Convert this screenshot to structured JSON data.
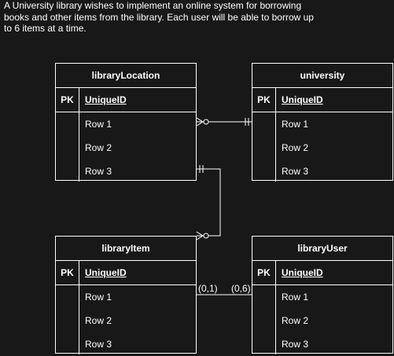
{
  "description": "A University library wishes to implement an online system for borrowing books and other items from the library. Each user will be able to borrow up to 6 items at a time.",
  "entities": {
    "libraryLocation": {
      "name": "libraryLocation",
      "pk": "PK",
      "key": "UniqueID",
      "rows": [
        "Row 1",
        "Row 2",
        "Row 3"
      ]
    },
    "university": {
      "name": "university",
      "pk": "PK",
      "key": "UniqueID",
      "rows": [
        "Row 1",
        "Row 2",
        "Row 3"
      ]
    },
    "libraryItem": {
      "name": "libraryItem",
      "pk": "PK",
      "key": "UniqueID",
      "rows": [
        "Row 1",
        "Row 2",
        "Row 3"
      ]
    },
    "libraryUser": {
      "name": "libraryUser",
      "pk": "PK",
      "key": "UniqueID",
      "rows": [
        "Row 1",
        "Row 2",
        "Row 3"
      ]
    }
  },
  "cardinality": {
    "item_side": "(0,1)",
    "user_side": "(0,6)"
  },
  "colors": {
    "background": "#181818",
    "line": "#ffffff",
    "text": "#ffffff"
  }
}
